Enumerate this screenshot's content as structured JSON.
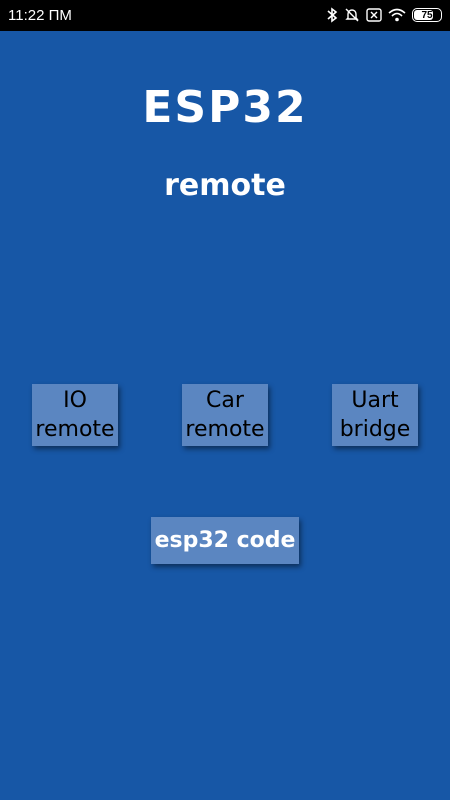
{
  "status_bar": {
    "time": "11:22 ПМ",
    "battery_level": 75,
    "battery_label": "75",
    "icons": [
      "bluetooth-icon",
      "mute-icon",
      "sim-off-icon",
      "wifi-icon",
      "battery-icon"
    ]
  },
  "header": {
    "title": "ESP32",
    "subtitle": "remote"
  },
  "buttons": {
    "io": {
      "line1": "IO",
      "line2": "remote"
    },
    "car": {
      "line1": "Car",
      "line2": "remote"
    },
    "uart": {
      "line1": "Uart",
      "line2": "bridge"
    },
    "code": {
      "label": "esp32 code"
    }
  },
  "colors": {
    "background": "#1757a6",
    "button": "#5b86c1",
    "status_bar": "#000000"
  }
}
